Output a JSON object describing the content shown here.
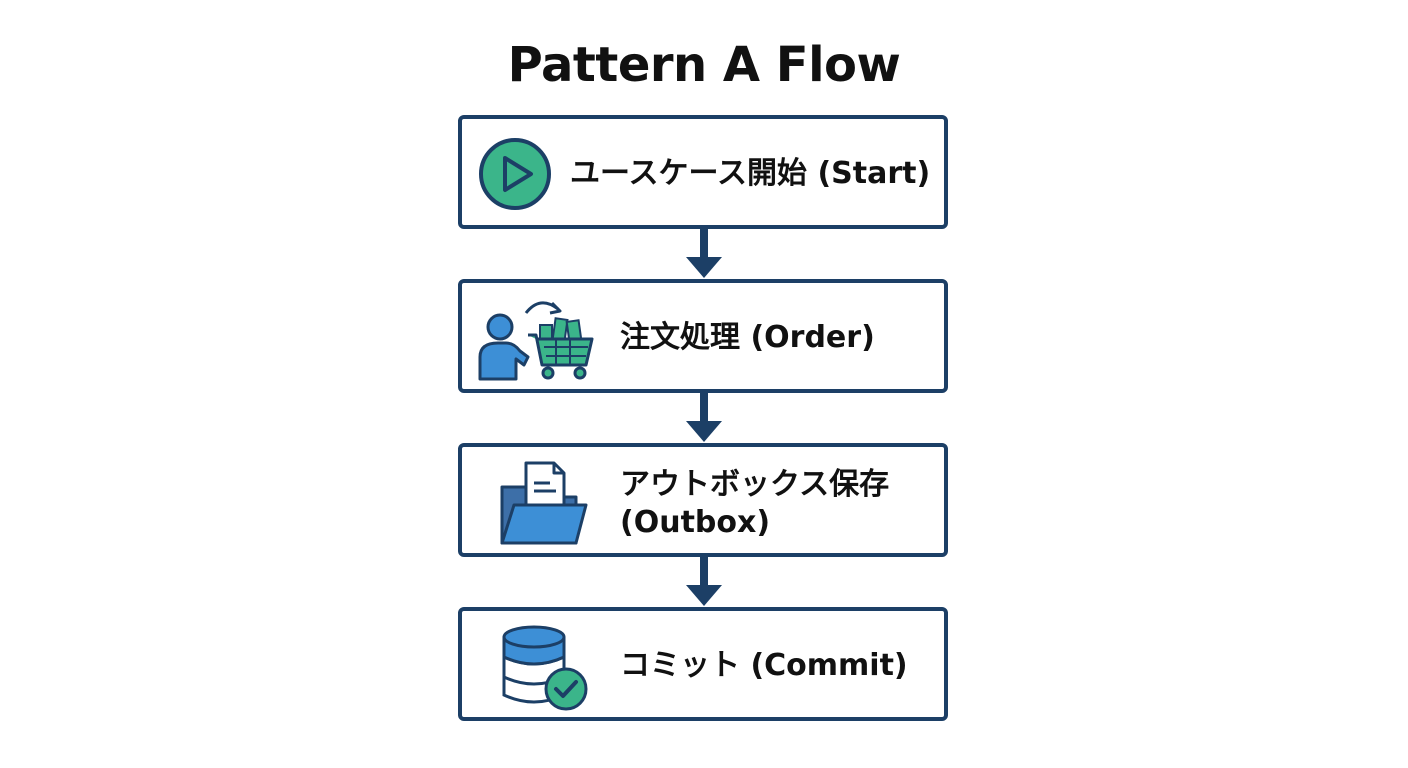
{
  "diagram": {
    "title": "Pattern A Flow",
    "steps": [
      {
        "label": "ユースケース開始 (Start)",
        "icon": "play-icon"
      },
      {
        "label": "注文処理 (Order)",
        "icon": "shopping-cart-icon"
      },
      {
        "label_line1": "アウトボックス保存",
        "label_line2": "(Outbox)",
        "icon": "folder-document-icon"
      },
      {
        "label": "コミット (Commit)",
        "icon": "database-check-icon"
      }
    ]
  },
  "colors": {
    "border": "#1c3f66",
    "accent_green": "#3bb58a",
    "accent_blue": "#3d8fd6",
    "text": "#111111"
  }
}
